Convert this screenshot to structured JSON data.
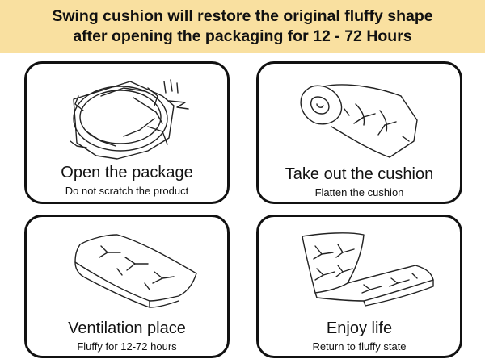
{
  "banner": {
    "line1": "Swing cushion will restore the original fluffy shape",
    "line2": "after  opening the packaging for 12 - 72 Hours",
    "background": "#f9e0a0"
  },
  "steps": [
    {
      "title": "Open the package",
      "subtitle": "Do not scratch the product",
      "icon": "package-icon"
    },
    {
      "title": "Take out the cushion",
      "subtitle": "Flatten  the cushion",
      "icon": "rolled-cushion-icon"
    },
    {
      "title": "Ventilation place",
      "subtitle": "Fluffy for 12-72 hours",
      "icon": "flat-cushion-icon"
    },
    {
      "title": "Enjoy life",
      "subtitle": "Return to fluffy state",
      "icon": "swing-cushion-icon"
    }
  ]
}
